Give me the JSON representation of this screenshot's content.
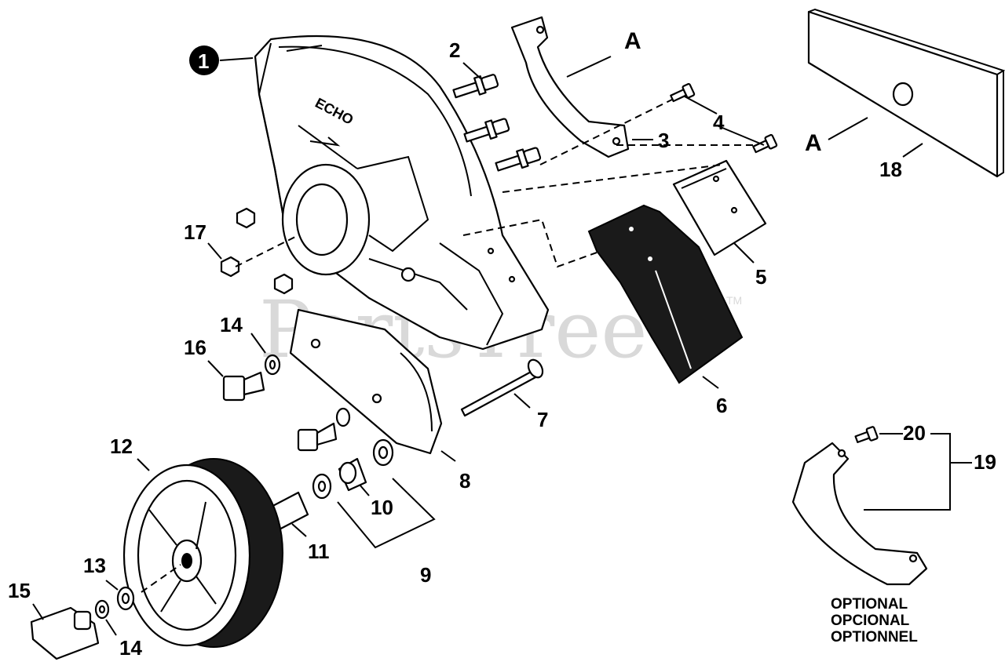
{
  "watermark": {
    "text": "PartsTree",
    "trademark": "TM"
  },
  "housing_logo": "ECHO",
  "callouts": {
    "c1": "1",
    "c2": "2",
    "c3": "3",
    "c4": "4",
    "c5": "5",
    "c6": "6",
    "c7": "7",
    "c8": "8",
    "c9": "9",
    "c10": "10",
    "c11": "11",
    "c12": "12",
    "c13": "13",
    "c14a": "14",
    "c14b": "14",
    "c15": "15",
    "c16": "16",
    "c17": "17",
    "c18": "18",
    "c19": "19",
    "c20": "20",
    "a1": "A",
    "a2": "A"
  },
  "optional": {
    "en": "OPTIONAL",
    "es": "OPCIONAL",
    "fr": "OPTIONNEL"
  }
}
